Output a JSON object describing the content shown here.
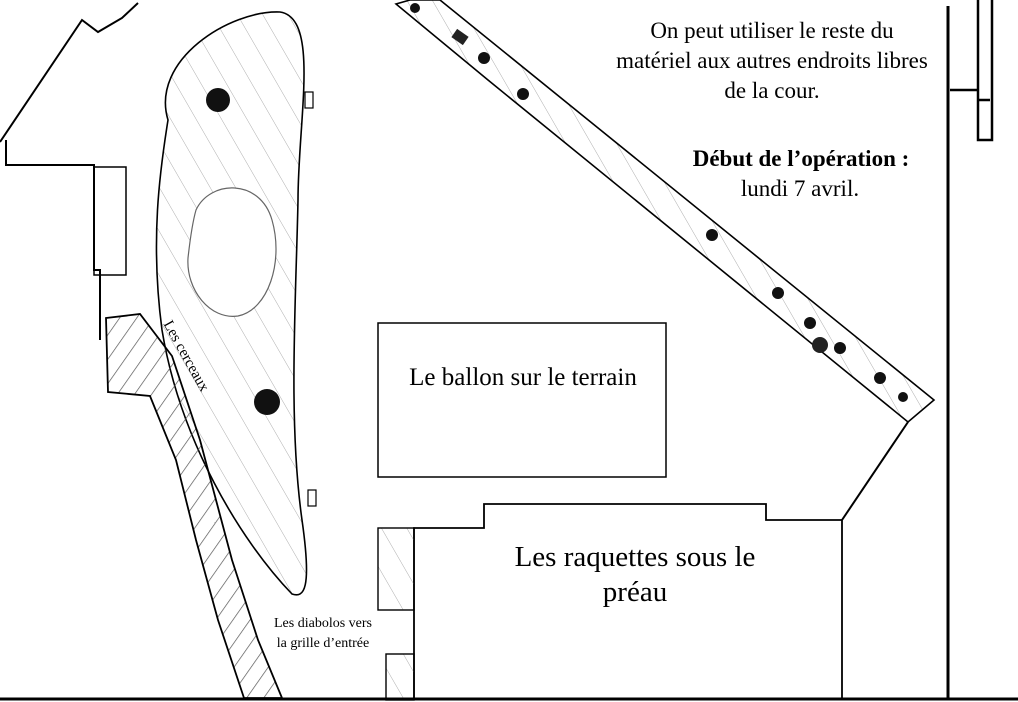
{
  "map": {
    "note": "On peut utiliser le reste du matériel aux autres endroits libres de la cour.",
    "start_label": "Début de l’opération :",
    "start_date": "lundi 7 avril.",
    "zones": {
      "ballon": "Le ballon sur le terrain",
      "raquettes": "Les raquettes sous le préau",
      "cerceaux": "Les cerceaux",
      "diabolos": "Les diabolos vers la grille d’entrée"
    }
  },
  "colors": {
    "ink": "#000000",
    "background": "#ffffff",
    "hatch": "#555555"
  }
}
